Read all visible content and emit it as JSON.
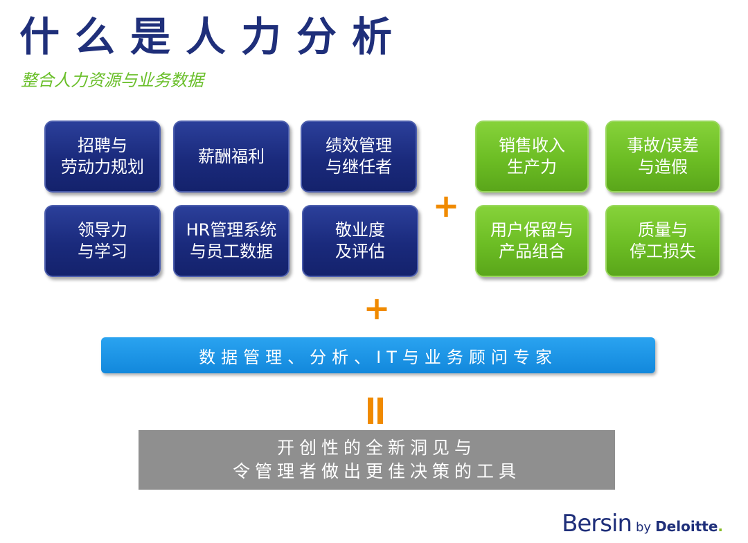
{
  "title": "什么是人力分析",
  "subtitle": "整合人力资源与业务数据",
  "hr_boxes": [
    "招聘与\n劳动力规划",
    "薪酬福利",
    "绩效管理\n与继任者",
    "领导力\n与学习",
    "HR管理系统\n与员工数据",
    "敬业度\n及评估"
  ],
  "business_boxes": [
    "销售收入\n生产力",
    "事故/误差\n与造假",
    "用户保留与\n产品组合",
    "质量与\n停工损失"
  ],
  "plus_symbol": "+",
  "expertise_bar": "数据管理、分析、IT与业务顾问专家",
  "result_bar": "开创性的全新洞见与\n令管理者做出更佳决策的工具",
  "logo": {
    "bersin": "Bersin",
    "by": "by",
    "deloitte": "Deloitte",
    "dot": "."
  },
  "colors": {
    "navy": "#1a2a7c",
    "green": "#6cbd24",
    "orange": "#f08a00",
    "blue": "#1288dc",
    "gray": "#8f8f8f"
  }
}
